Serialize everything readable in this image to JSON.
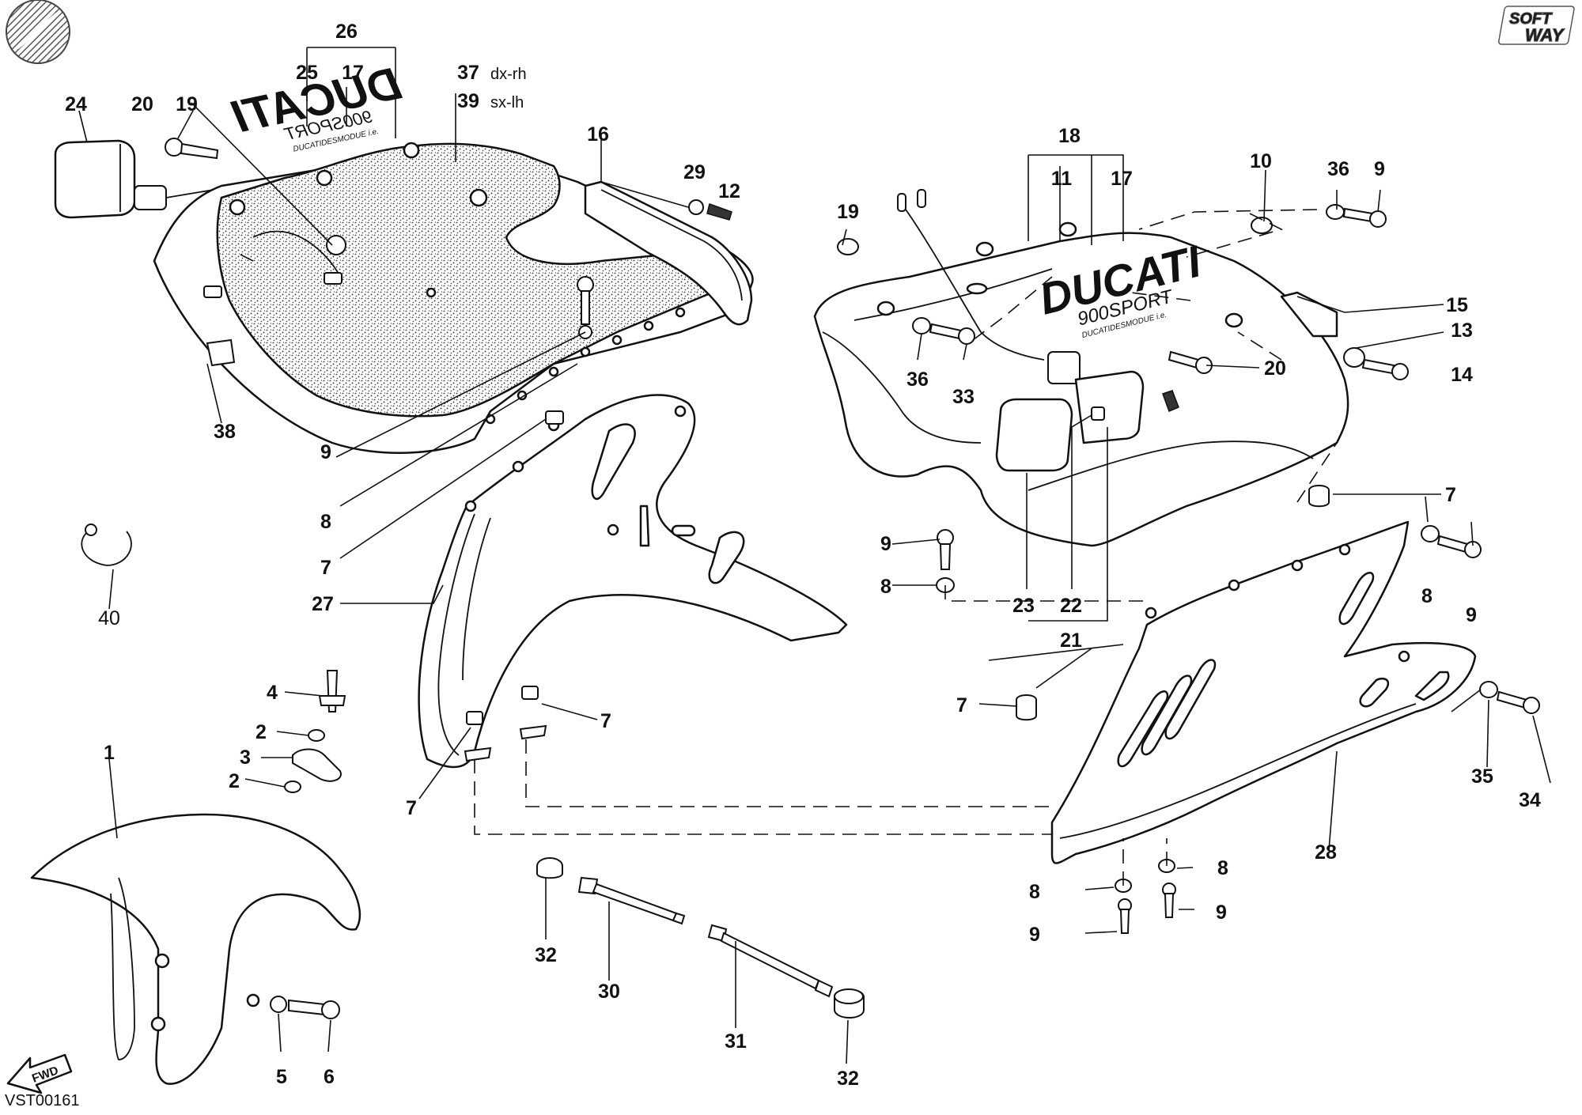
{
  "callouts": {
    "c1": "1",
    "c2a": "2",
    "c2b": "2",
    "c3": "3",
    "c4": "4",
    "c5": "5",
    "c6": "6",
    "c7a": "7",
    "c7b": "7",
    "c7c": "7",
    "c7d": "7",
    "c7e": "7",
    "c8a": "8",
    "c8b": "8",
    "c8c": "8",
    "c8d": "8",
    "c8e": "8",
    "c9a": "9",
    "c9b": "9",
    "c9c": "9",
    "c9d": "9",
    "c9e": "9",
    "c9f": "9",
    "c10": "10",
    "c11": "11",
    "c12": "12",
    "c13": "13",
    "c14": "14",
    "c15": "15",
    "c16": "16",
    "c17a": "17",
    "c17b": "17",
    "c18": "18",
    "c19a": "19",
    "c19b": "19",
    "c20a": "20",
    "c20b": "20",
    "c21": "21",
    "c22": "22",
    "c23": "23",
    "c24": "24",
    "c25": "25",
    "c26": "26",
    "c27": "27",
    "c28": "28",
    "c29": "29",
    "c30": "30",
    "c31": "31",
    "c32a": "32",
    "c32b": "32",
    "c33": "33",
    "c34": "34",
    "c35": "35",
    "c36a": "36",
    "c36b": "36",
    "c37": "37",
    "c39": "39",
    "c38": "38",
    "c40": "40"
  },
  "side_labels": {
    "rh": "dx-rh",
    "lh": "sx-lh"
  },
  "decals": {
    "left_brand": "DUCATI",
    "left_model": "900SPORT",
    "left_small": "DUCATIDESMODUE i.e.",
    "right_brand": "DUCATI",
    "right_model": "900SPORT",
    "right_small": "DUCATIDESMODUE i.e."
  },
  "fwd_label": "FWD",
  "logo": {
    "line1": "SOFT",
    "line2": "WAY"
  },
  "drawing_ref": "VST00161"
}
